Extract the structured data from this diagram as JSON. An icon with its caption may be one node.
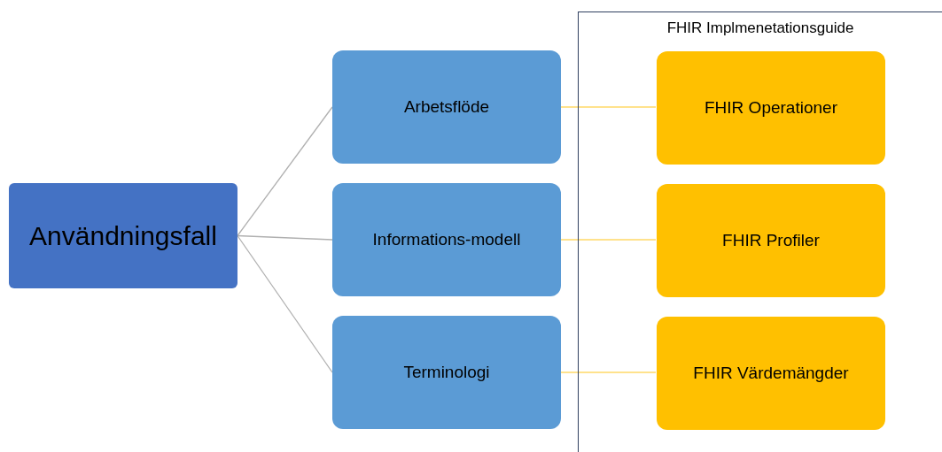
{
  "diagram": {
    "nodes": [
      {
        "text": [
          "Användningsfall"
        ]
      },
      {
        "text": [
          "Arbetsflöde"
        ]
      },
      {
        "text": [
          "Informations-modell"
        ]
      },
      {
        "text": [
          "Terminologi"
        ]
      },
      {
        "text": [
          "FHIR Implmenetationsguide"
        ]
      },
      {
        "text": [
          "FHIR Operationer"
        ],
        "in": 4
      },
      {
        "text": [
          "FHIR Profiler"
        ],
        "in": 4
      },
      {
        "text": [
          "FHIR Värdemängder"
        ],
        "in": 4
      }
    ],
    "edges": [
      {
        "from": 0,
        "to": 1,
        "arrow": "none"
      },
      {
        "from": 0,
        "to": 2,
        "arrow": "none"
      },
      {
        "from": 0,
        "to": 3,
        "arrow": "none"
      },
      {
        "from": 1,
        "to": 5,
        "arrow": "none",
        "color": "#ffd966"
      },
      {
        "from": 2,
        "to": 6,
        "arrow": "none",
        "color": "#ffd966"
      },
      {
        "from": 3,
        "to": 7,
        "arrow": "none",
        "color": "#ffd966"
      }
    ]
  }
}
